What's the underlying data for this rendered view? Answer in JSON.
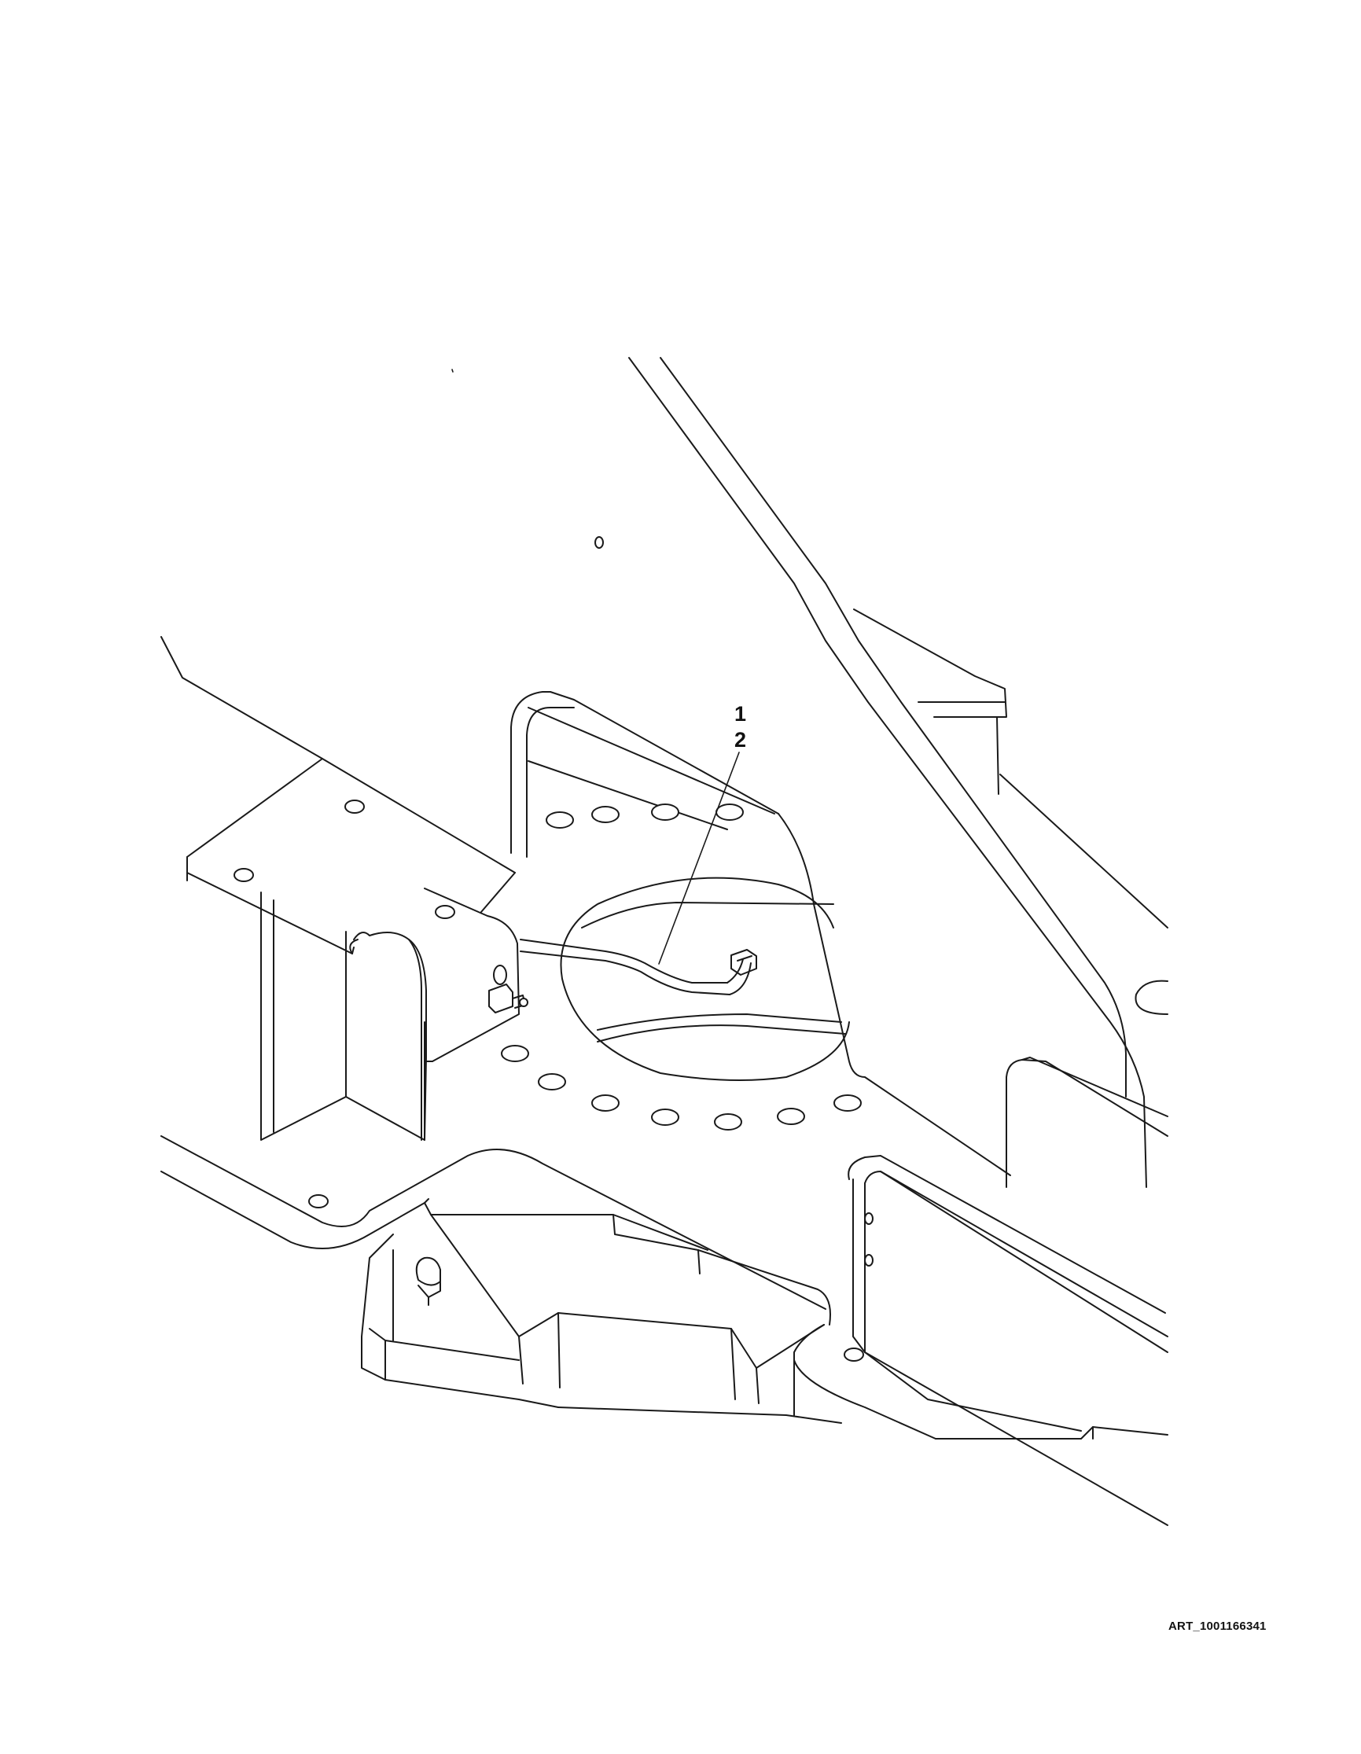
{
  "callouts": [
    {
      "label": "1"
    },
    {
      "label": "2"
    }
  ],
  "art_id": "ART_1001166341",
  "colors": {
    "line": "#1a1a1a",
    "background": "#ffffff"
  }
}
